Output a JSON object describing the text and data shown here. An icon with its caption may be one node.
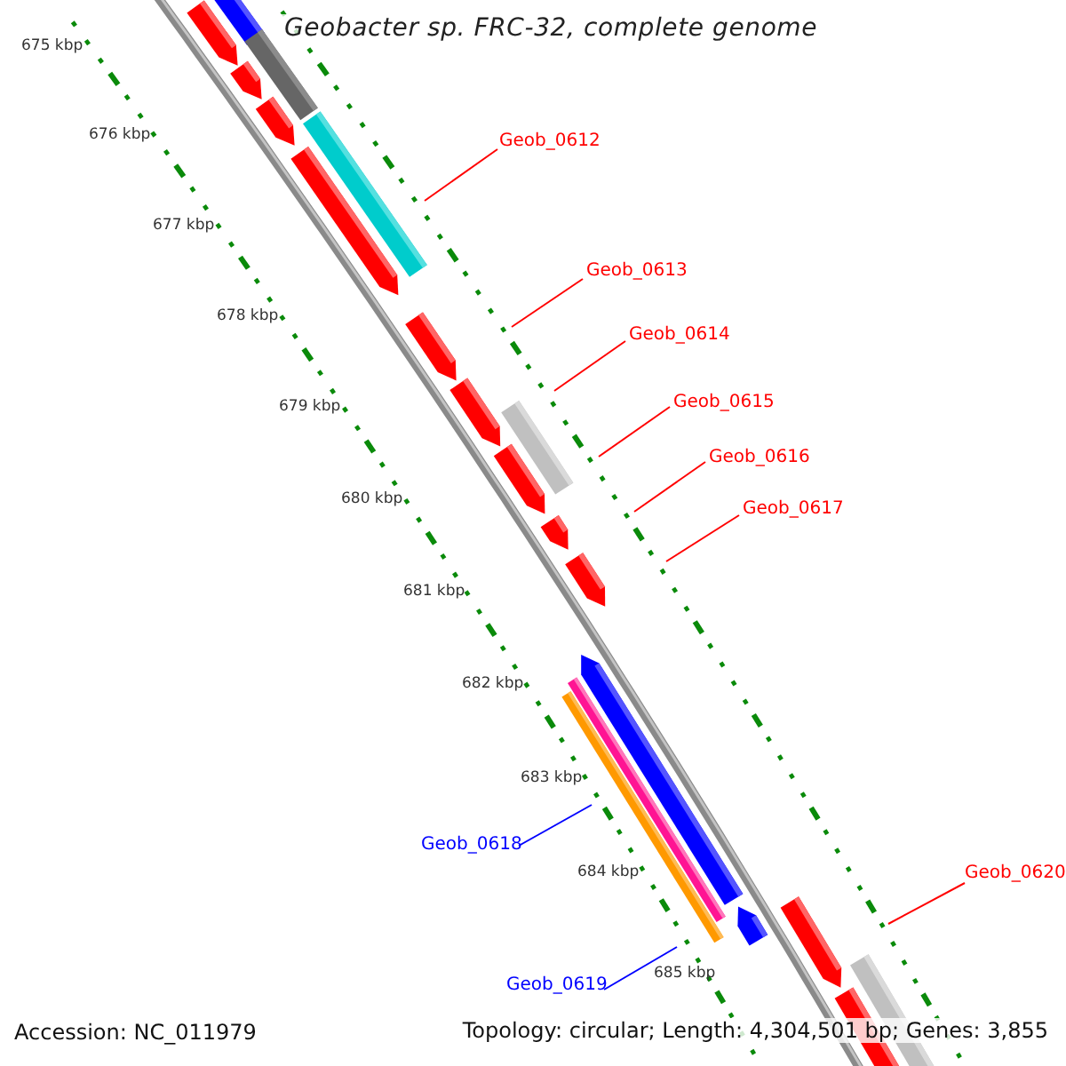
{
  "diagram": {
    "title": "Geobacter sp. FRC-32, complete genome",
    "nodes": [
      {
        "text": [
          "Geob_0612"
        ]
      },
      {
        "text": [
          "Geob_0613"
        ]
      },
      {
        "text": [
          "Geob_0614"
        ]
      },
      {
        "text": [
          "Geob_0615"
        ]
      },
      {
        "text": [
          "Geob_0616"
        ]
      },
      {
        "text": [
          "Geob_0617"
        ]
      },
      {
        "text": [
          "Geob_0618"
        ]
      },
      {
        "text": [
          "Geob_0619"
        ]
      },
      {
        "text": [
          "Geob_0620"
        ]
      }
    ],
    "edges": [
      {
        "from": 0,
        "to": null,
        "arrow": "none"
      },
      {
        "from": 1,
        "to": null,
        "arrow": "none"
      },
      {
        "from": 2,
        "to": null,
        "arrow": "none"
      },
      {
        "from": 3,
        "to": null,
        "arrow": "none"
      },
      {
        "from": 4,
        "to": null,
        "arrow": "none"
      },
      {
        "from": 5,
        "to": null,
        "arrow": "none"
      },
      {
        "from": 6,
        "to": null,
        "arrow": "none",
        "color": "#0000ff"
      },
      {
        "from": 7,
        "to": null,
        "arrow": "none",
        "color": "#0000ff"
      },
      {
        "from": 8,
        "to": null,
        "arrow": "none"
      }
    ],
    "labels": [
      "675 kbp",
      "676 kbp",
      "677 kbp",
      "678 kbp",
      "679 kbp",
      "680 kbp",
      "681 kbp",
      "682 kbp",
      "683 kbp",
      "684 kbp",
      "685 kbp",
      "Accession: NC_011979",
      "Topology: circular; Length: 4,304,501 bp; Genes: 3,855"
    ]
  }
}
